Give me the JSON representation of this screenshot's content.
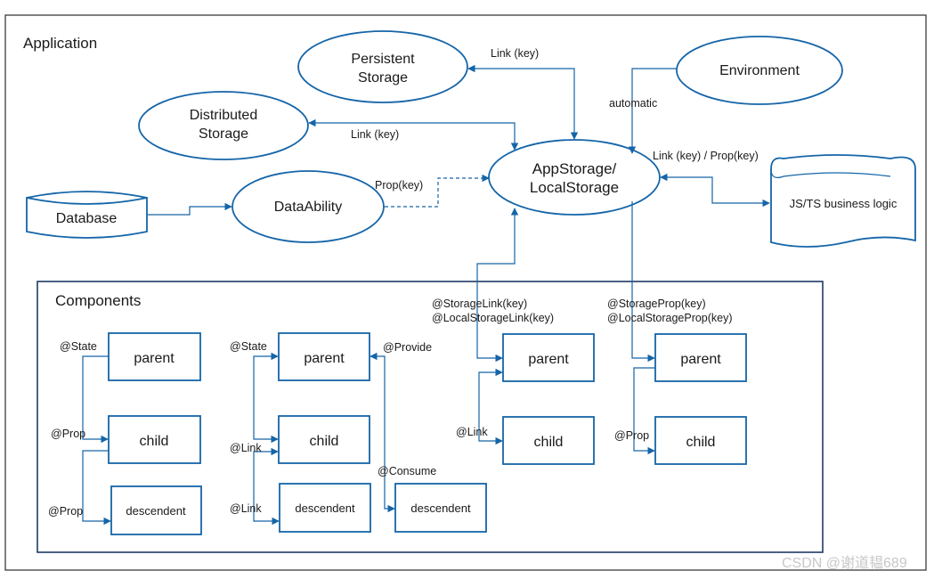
{
  "application_label": "Application",
  "components_label": "Components",
  "nodes": {
    "persistent_storage": [
      "Persistent",
      "Storage"
    ],
    "distributed_storage": [
      "Distributed",
      "Storage"
    ],
    "environment": "Environment",
    "appstorage": [
      "AppStorage/",
      "LocalStorage"
    ],
    "database": "Database",
    "dataability": "DataAbility",
    "business_logic": "JS/TS business logic"
  },
  "edges": {
    "link_persistent": "Link (key)",
    "link_distributed": "Link (key)",
    "automatic": "automatic",
    "link_prop_logic": "Link (key) / Prop(key)",
    "prop_dataability": "Prop(key)",
    "storage_link": [
      "@StorageLink(key)",
      "@LocalStorageLink(key)"
    ],
    "storage_prop": [
      "@StorageProp(key)",
      "@LocalStorageProp(key)"
    ]
  },
  "group1": {
    "parent": "parent",
    "child": "child",
    "descendent": "descendent",
    "state": "@State",
    "prop1": "@Prop",
    "prop2": "@Prop"
  },
  "group2": {
    "parent": "parent",
    "child": "child",
    "descendent": "descendent",
    "descendent2": "descendent",
    "state": "@State",
    "link1": "@Link",
    "link2": "@Link",
    "provide": "@Provide",
    "consume": "@Consume"
  },
  "group3": {
    "parent": "parent",
    "child": "child",
    "link": "@Link"
  },
  "group4": {
    "parent": "parent",
    "child": "child",
    "prop": "@Prop"
  },
  "watermark": "CSDN @谢道韫689",
  "colors": {
    "stroke": "#1565a8",
    "text": "#1a1a1a"
  }
}
